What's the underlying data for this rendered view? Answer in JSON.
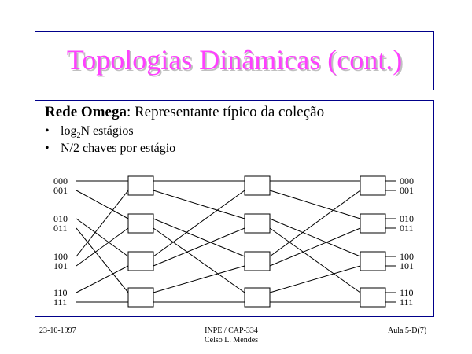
{
  "title": "Topologias Dinâmicas (cont.)",
  "heading": {
    "bold": "Rede Omega",
    "rest": ": Representante típico da coleção"
  },
  "bullets": [
    {
      "symbol": "•",
      "pre": "log",
      "sub": "2",
      "post": "N estágios"
    },
    {
      "symbol": "•",
      "text": "N/2  chaves por estágio"
    }
  ],
  "diagram": {
    "inputs": [
      "000",
      "001",
      "010",
      "011",
      "100",
      "101",
      "110",
      "111"
    ],
    "outputs": [
      "000",
      "001",
      "010",
      "011",
      "100",
      "101",
      "110",
      "111"
    ],
    "stages": 3,
    "switches_per_stage": 4,
    "interconnection": "perfect shuffle"
  },
  "footer": {
    "date": "23-10-1997",
    "course": "INPE / CAP-334",
    "author": "Celso L. Mendes",
    "slide": "Aula 5-D(7)"
  }
}
